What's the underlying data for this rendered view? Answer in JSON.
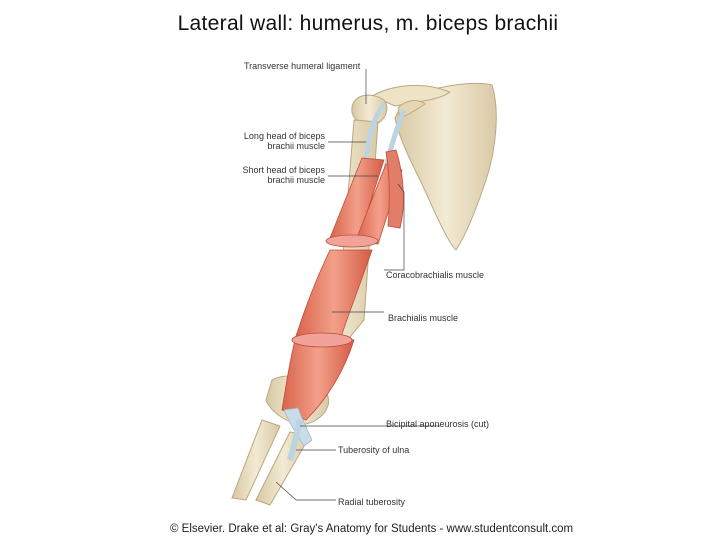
{
  "slide": {
    "title": "Lateral wall: humerus, m. biceps brachii"
  },
  "labels": {
    "transverse": "Transverse humeral ligament",
    "long_head_1": "Long head of biceps",
    "long_head_2": "brachii muscle",
    "short_head_1": "Short head of biceps",
    "short_head_2": "brachii muscle",
    "coracobrachialis": "Coracobrachialis muscle",
    "brachialis": "Brachialis muscle",
    "aponeurosis": "Bicipital aponeurosis (cut)",
    "ulna": "Tuberosity of ulna",
    "radial": "Radial tuberosity"
  },
  "credit": "© Elsevier. Drake et al: Gray's Anatomy for Students - www.studentconsult.com",
  "colors": {
    "muscle": "#e98670",
    "bone": "#efe3c6",
    "tendon": "#c9dde8"
  }
}
